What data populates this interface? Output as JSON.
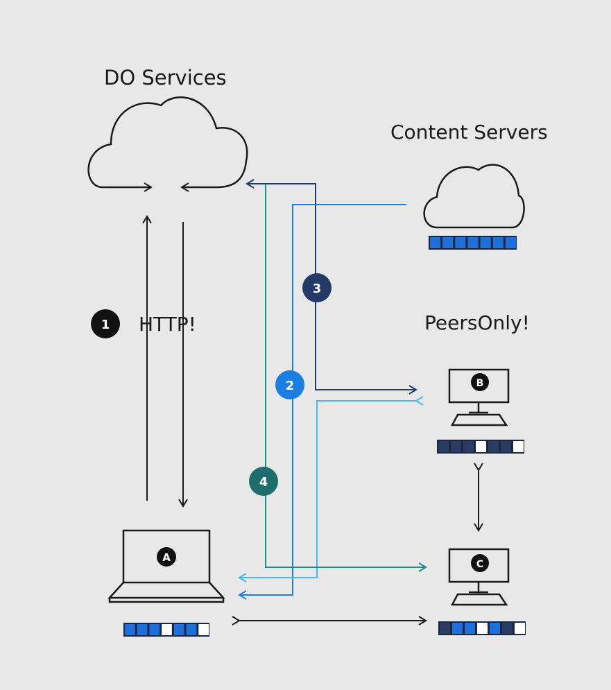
{
  "labels": {
    "do_services": "DO Services",
    "content_servers": "Content Servers",
    "http": "HTTP!",
    "peers_only": "PeersOnly!"
  },
  "steps": [
    {
      "id": "1",
      "color": "#111111"
    },
    {
      "id": "2",
      "color": "#1a7fe0"
    },
    {
      "id": "3",
      "color": "#243a66"
    },
    {
      "id": "4",
      "color": "#1f6e6e"
    }
  ],
  "nodes": {
    "a": {
      "id": "A",
      "type": "laptop"
    },
    "b": {
      "id": "B",
      "type": "desktop"
    },
    "c": {
      "id": "C",
      "type": "desktop"
    }
  },
  "colors": {
    "background": "#e8e8e8",
    "dark_navy": "#243a66",
    "blue": "#1a7fe0",
    "light_blue": "#48b8e8",
    "teal": "#1f8a8a",
    "block_blue": "#1e6fd9",
    "block_navy": "#2b3c63",
    "block_white": "#ffffff"
  }
}
